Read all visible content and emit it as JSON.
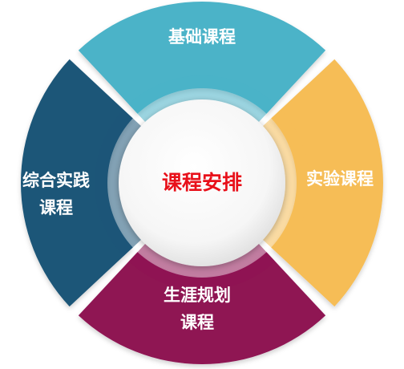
{
  "center": {
    "label": "课程安排",
    "color": "#e8101a"
  },
  "segments": [
    {
      "id": "top",
      "label_lines": [
        "基础课程"
      ],
      "color": "#4bb3c8"
    },
    {
      "id": "right",
      "label_lines": [
        "实验课程"
      ],
      "color": "#f6bd57"
    },
    {
      "id": "bottom",
      "label_lines": [
        "生涯规划",
        "课程"
      ],
      "color": "#8f1253"
    },
    {
      "id": "left",
      "label_lines": [
        "综合实践",
        "课程"
      ],
      "color": "#1d5678"
    }
  ]
}
